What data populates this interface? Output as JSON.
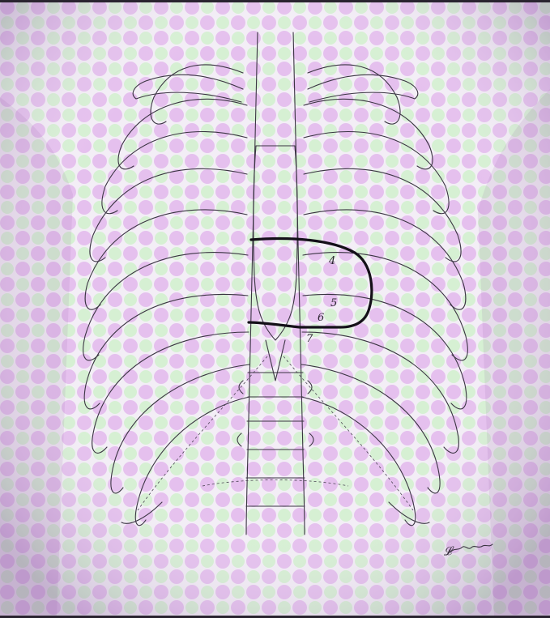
{
  "figure": {
    "subject": "chest-radiograph-rib-cage-outline",
    "colors": {
      "paper": "#f4eef6",
      "halftone_magenta": "#d58be0",
      "halftone_green": "#b8f0b0",
      "linework": "#3a3442",
      "heart_outline": "#141018"
    }
  },
  "labels": {
    "rib_4": "4",
    "rib_5": "5",
    "rib_6": "6",
    "rib_7": "7"
  },
  "signature": {
    "text": "Lehmann"
  }
}
